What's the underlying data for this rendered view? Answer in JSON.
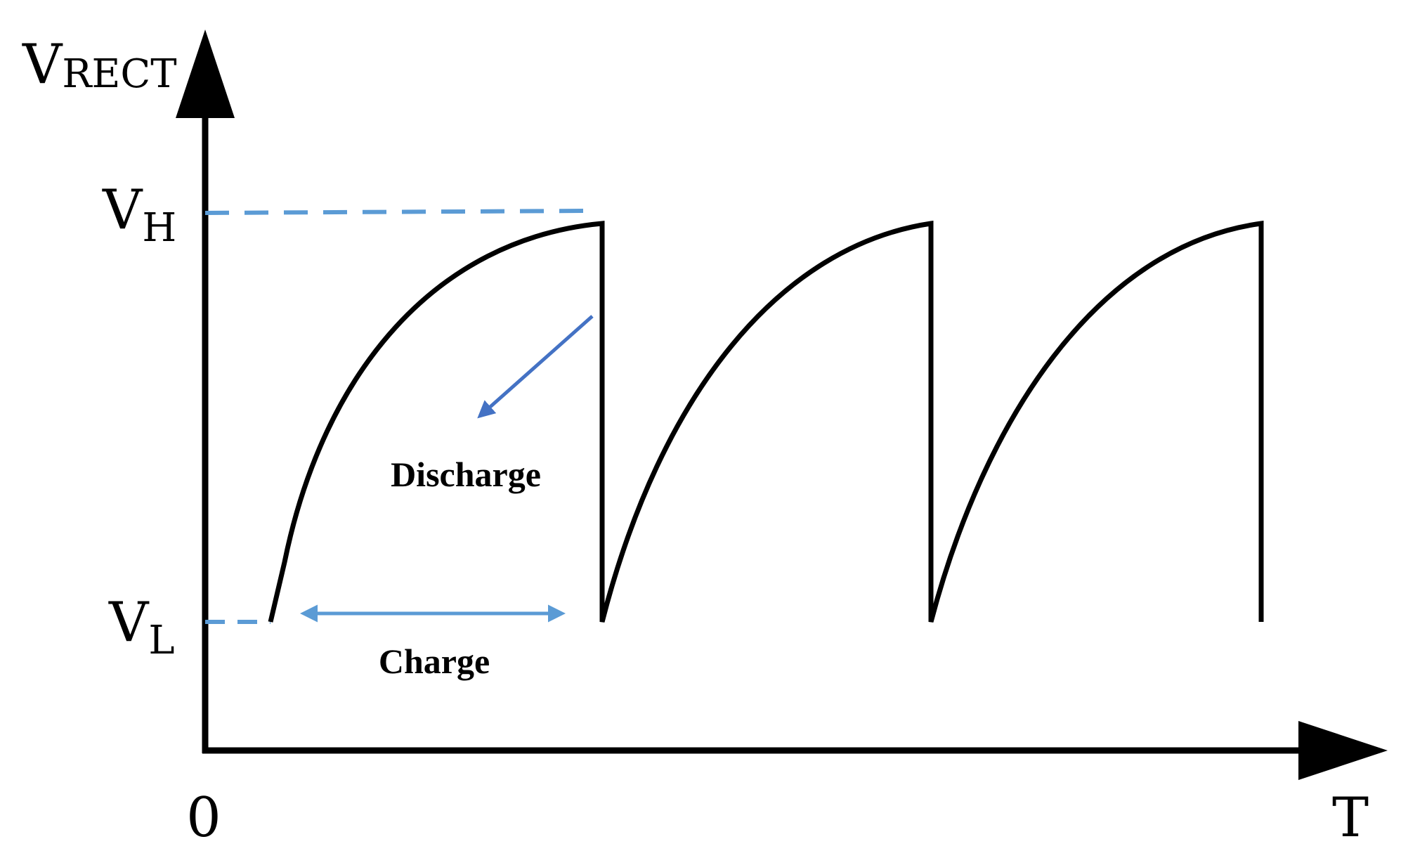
{
  "axes": {
    "y_label_main": "V",
    "y_label_sub": "RECT",
    "x_label": "T",
    "origin_label": "0"
  },
  "levels": {
    "high_main": "V",
    "high_sub": "H",
    "low_main": "V",
    "low_sub": "L"
  },
  "annotations": {
    "discharge": "Discharge",
    "charge": "Charge"
  },
  "colors": {
    "axis": "#000000",
    "waveform": "#000000",
    "guide": "#5b9bd5",
    "discharge_arrow": "#4472c4",
    "charge_arrow": "#5b9bd5"
  }
}
